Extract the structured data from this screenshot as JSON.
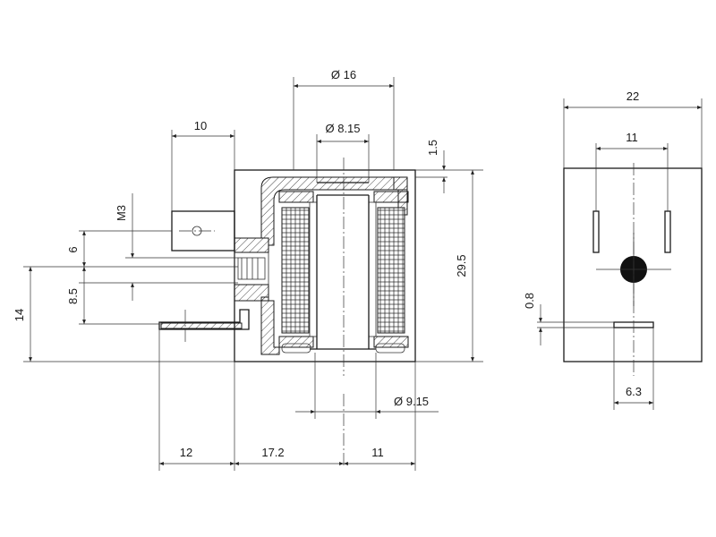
{
  "side_view": {
    "dims": {
      "d16": "Ø 16",
      "d815": "Ø 8.15",
      "d915": "Ø 9.15",
      "w10": "10",
      "h15": "1.5",
      "h295": "29.5",
      "m3": "M3",
      "h6": "6",
      "h85": "8.5",
      "h14": "14",
      "w12": "12",
      "w172": "17.2",
      "w11": "11"
    }
  },
  "front_view": {
    "dims": {
      "w22": "22",
      "w11": "11",
      "h08": "0.8",
      "w63": "6.3"
    }
  }
}
